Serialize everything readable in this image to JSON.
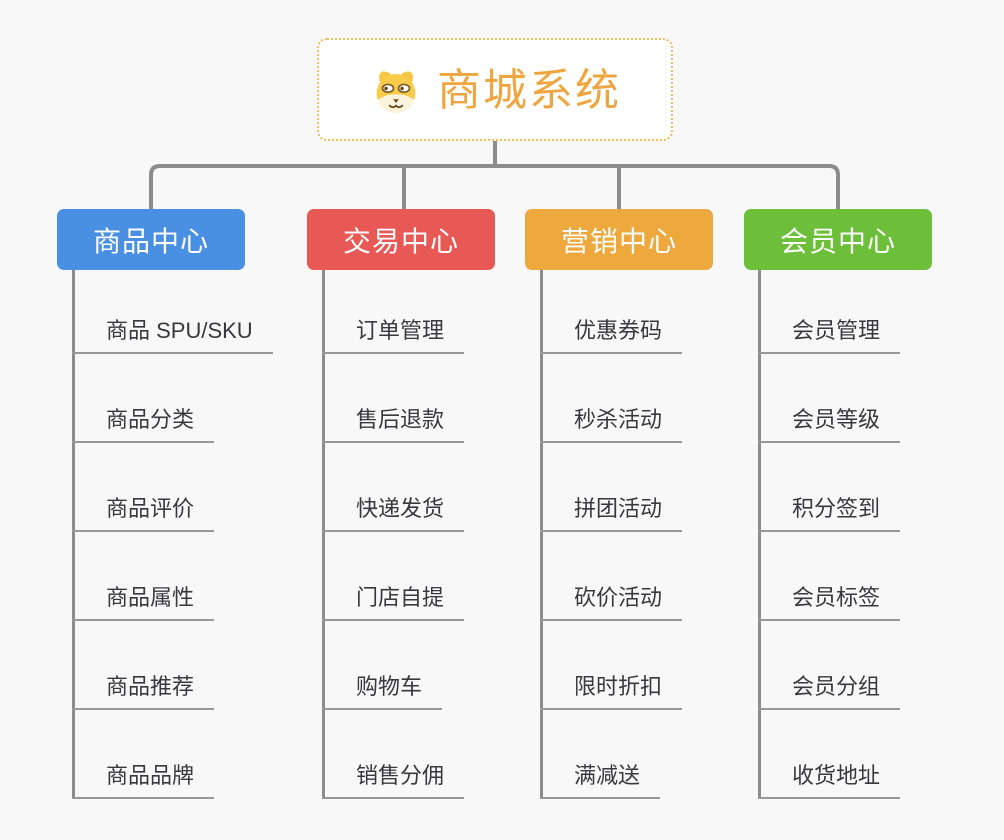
{
  "palette": {
    "background": "#F8F8F8",
    "connector_grey": "#8C8C8C",
    "underline_grey": "#98989C",
    "root_border_orange": "#F2BB5D",
    "root_text_orange": "#F0A640"
  },
  "root": {
    "title": "商城系统",
    "icon": "dog-face-icon"
  },
  "branches": [
    {
      "label": "商品中心",
      "color": "#4A90E2",
      "children": [
        "商品 SPU/SKU",
        "商品分类",
        "商品评价",
        "商品属性",
        "商品推荐",
        "商品品牌"
      ]
    },
    {
      "label": "交易中心",
      "color": "#E85854",
      "children": [
        "订单管理",
        "售后退款",
        "快递发货",
        "门店自提",
        "购物车",
        "销售分佣"
      ]
    },
    {
      "label": "营销中心",
      "color": "#EDA93D",
      "children": [
        "优惠券码",
        "秒杀活动",
        "拼团活动",
        "砍价活动",
        "限时折扣",
        "满减送"
      ]
    },
    {
      "label": "会员中心",
      "color": "#6DBF3A",
      "children": [
        "会员管理",
        "会员等级",
        "积分签到",
        "会员标签",
        "会员分组",
        "收货地址"
      ]
    }
  ]
}
